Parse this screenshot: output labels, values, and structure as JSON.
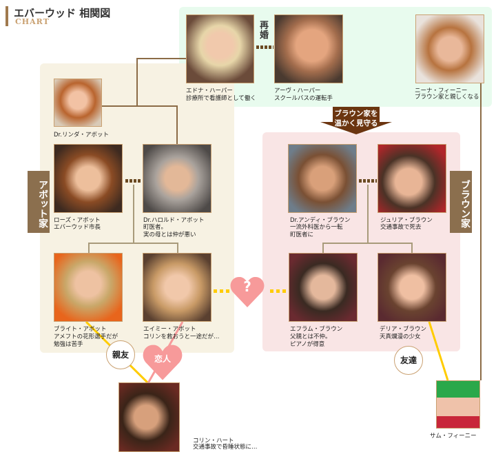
{
  "header": {
    "title": "エバーウッド 相関図",
    "subtitle": "CHART"
  },
  "labels": {
    "remarriage": "再婚",
    "arrow": "ブラウン家を\n温かく見守る",
    "abbott_family": "アボット家",
    "brown_family": "ブラウン家",
    "question": "?",
    "best_friend": "親友",
    "lover": "恋人",
    "friend": "友達"
  },
  "people": {
    "edna": {
      "name": "エドナ・ハーパー",
      "desc": "診療所で看護師として働く"
    },
    "irv": {
      "name": "アーヴ・ハーパー",
      "desc": "スクールバスの運転手"
    },
    "nina": {
      "name": "ニーナ・フィーニー",
      "desc": "ブラウン家と親しくなる"
    },
    "linda": {
      "name": "Dr.リンダ・アボット"
    },
    "rose": {
      "name": "ローズ・アボット",
      "desc": "エバーウッド市長"
    },
    "harold": {
      "name": "Dr.ハロルド・アボット",
      "desc1": "町医者。",
      "desc2": "実の母とは仲が悪い"
    },
    "bright": {
      "name": "ブライト・アボット",
      "desc1": "アメフトの花形選手だが",
      "desc2": "勉強は苦手"
    },
    "amy": {
      "name": "エイミー・アボット",
      "desc": "コリンを救おうと一途だが…"
    },
    "andy": {
      "name": "Dr.アンディ・ブラウン",
      "desc1": "一流外科医から一転",
      "desc2": "町医者に"
    },
    "julia": {
      "name": "ジュリア・ブラウン",
      "desc": "交通事故で死去"
    },
    "ephram": {
      "name": "エフラム・ブラウン",
      "desc1": "父親とは不仲。",
      "desc2": "ピアノが得意"
    },
    "delia": {
      "name": "デリア・ブラウン",
      "desc": "天真爛漫の少女"
    },
    "colin": {
      "name": "コリン・ハート",
      "desc": "交通事故で昏睡状態に…"
    },
    "sam": {
      "name": "サム・フィーニー"
    }
  },
  "colors": {
    "brown": "#8b6f4e",
    "green_bg": "#e8fbee",
    "beige_bg": "#f7f2e3",
    "pink_bg": "#f9e5e5",
    "heart": "#f79a9a",
    "yellow": "#ffcc00"
  }
}
